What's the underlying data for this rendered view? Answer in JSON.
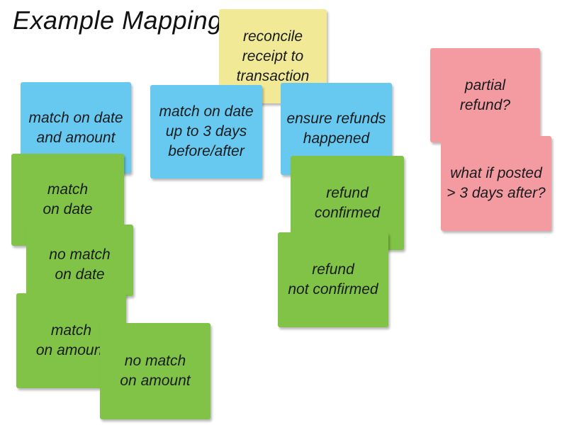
{
  "title": "Example Mapping",
  "colors": {
    "background": "#ffffff",
    "yellow": "#f2e996",
    "blue": "#67c9ef",
    "green": "#80c346",
    "pink": "#f49ba2",
    "text": "#181b1e",
    "title_text": "#111111"
  },
  "notes": [
    {
      "id": "reconcile-receipt",
      "color": "yellow",
      "text": "reconcile\nreceipt to\ntransaction"
    },
    {
      "id": "match-date-amount",
      "color": "blue",
      "text": "match on date\nand amount"
    },
    {
      "id": "match-date-3-days",
      "color": "blue",
      "text": "match on date\nup to 3 days\nbefore/after"
    },
    {
      "id": "ensure-refunds",
      "color": "blue",
      "text": "ensure refunds\nhappened"
    },
    {
      "id": "match-on-date",
      "color": "green",
      "text": "match\non date"
    },
    {
      "id": "no-match-on-date",
      "color": "green",
      "text": "no match\non date"
    },
    {
      "id": "match-on-amount",
      "color": "green",
      "text": "match\non amount"
    },
    {
      "id": "no-match-on-amount",
      "color": "green",
      "text": "no match\non amount"
    },
    {
      "id": "refund-confirmed",
      "color": "green",
      "text": "refund\nconfirmed"
    },
    {
      "id": "refund-not-confirmed",
      "color": "green",
      "text": "refund\nnot confirmed"
    },
    {
      "id": "partial-refund",
      "color": "pink",
      "text": "partial\nrefund?"
    },
    {
      "id": "posted-3-days-after",
      "color": "pink",
      "text": "what if posted\n> 3 days after?"
    }
  ]
}
